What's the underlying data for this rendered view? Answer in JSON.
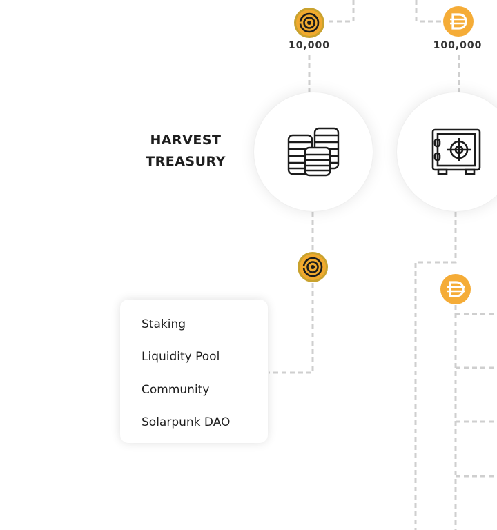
{
  "tokens": {
    "harvest_token_icon": "harvest-token-icon",
    "dai_token_icon": "dai-token-icon",
    "harvest_color": "#F0A92E",
    "harvest_ring_color": "#C79A2C",
    "dai_color": "#F5AC37"
  },
  "amounts": {
    "harvest": "10,000",
    "dai": "100,000"
  },
  "nodes": {
    "harvest_treasury": {
      "label_line1": "HARVEST",
      "label_line2": "TREASURY",
      "icon": "coin-stacks-icon"
    },
    "vault": {
      "icon": "safe-vault-icon"
    }
  },
  "allocation_card": {
    "items": [
      "Staking",
      "Liquidity Pool",
      "Community",
      "Solarpunk DAO"
    ]
  },
  "colors": {
    "connector": "#cfcfcf",
    "text": "#1e1e1e"
  }
}
